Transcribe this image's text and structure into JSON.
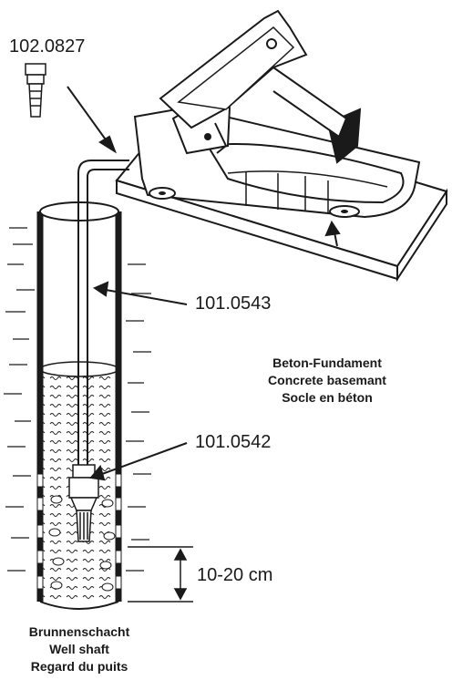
{
  "labels": {
    "part_fitting": "102.0827",
    "part_pipe": "101.0543",
    "part_filter": "101.0542",
    "depth": "10-20 cm"
  },
  "captions": {
    "basement": [
      "Beton-Fundament",
      "Concrete basemant",
      "Socle en béton"
    ],
    "well": [
      "Brunnenschacht",
      "Well shaft",
      "Regard du puits"
    ]
  },
  "colors": {
    "ink": "#1a1a1a",
    "water": "#e8e8e8",
    "paper": "#ffffff"
  }
}
